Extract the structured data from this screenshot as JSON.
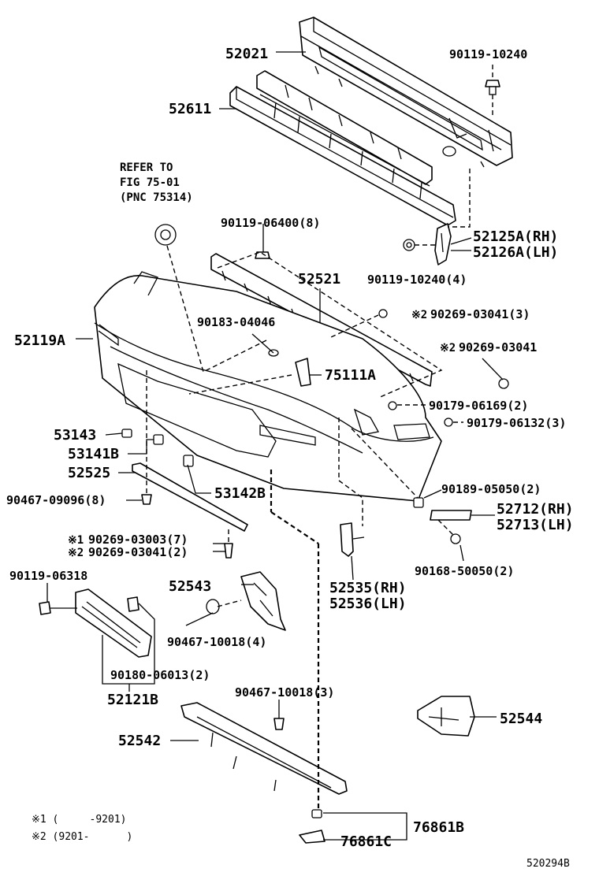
{
  "parts": {
    "p52021": "52021",
    "p52611": "52611",
    "p90119_10240_top": "90119-10240",
    "p52125a": "52125A(RH)",
    "p52126a": "52126A(LH)",
    "p90119_10240_4": "90119-10240(4)",
    "p90119_06400": "90119-06400(8)",
    "p52521": "52521",
    "p52119a": "52119A",
    "p90183": "90183-04046",
    "p90269_03041_3": "90269-03041(3)",
    "p90269_03041": "90269-03041",
    "p75111a": "75111A",
    "p90179_06169": "90179-06169(2)",
    "p90179_06132": "90179-06132(3)",
    "p53143": "53143",
    "p53141b": "53141B",
    "p52525": "52525",
    "p53142b": "53142B",
    "p90467_09096": "90467-09096(8)",
    "p90189_05050": "90189-05050(2)",
    "p52712": "52712(RH)",
    "p52713": "52713(LH)",
    "p90269_03003": "90269-03003(7)",
    "p90269_03041_2": "90269-03041(2)",
    "p90119_06318": "90119-06318",
    "p52543": "52543",
    "p52535": "52535(RH)",
    "p52536": "52536(LH)",
    "p90168_50050": "90168-50050(2)",
    "p90467_10018_4": "90467-10018(4)",
    "p90180_06013": "90180-06013(2)",
    "p52121b": "52121B",
    "p90467_10018_3": "90467-10018(3)",
    "p52544": "52544",
    "p52542": "52542",
    "p76861b": "76861B",
    "p76861c": "76861C"
  },
  "marks": {
    "mark1": "※1",
    "mark2": "※2"
  },
  "refer": {
    "line1": "REFER TO",
    "line2": "FIG 75-01",
    "line3": "(PNC 75314)"
  },
  "footnotes": {
    "note1": "※1 (     -9201)",
    "note2": "※2 (9201-      )"
  },
  "figure_id": "520294B"
}
